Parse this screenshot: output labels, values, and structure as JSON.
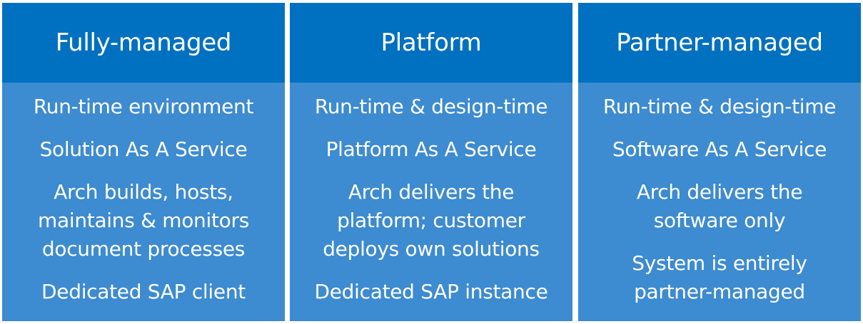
{
  "colors": {
    "header": "#0070c0",
    "body": "#3d8bd0",
    "text": "#ffffff"
  },
  "columns": [
    {
      "title": "Fully-managed",
      "items": [
        [
          "Run-time environment"
        ],
        [
          "Solution As A Service"
        ],
        [
          "Arch builds, hosts,",
          "maintains & monitors",
          "document processes"
        ],
        [
          "Dedicated SAP client"
        ]
      ]
    },
    {
      "title": "Platform",
      "items": [
        [
          "Run-time & design-time"
        ],
        [
          "Platform As A Service"
        ],
        [
          "Arch delivers the",
          "platform; customer",
          "deploys own solutions"
        ],
        [
          "Dedicated SAP instance"
        ]
      ]
    },
    {
      "title": "Partner-managed",
      "items": [
        [
          "Run-time & design-time"
        ],
        [
          "Software As A Service"
        ],
        [
          "Arch delivers the",
          "software only"
        ],
        [
          "System is entirely",
          "partner-managed"
        ]
      ]
    }
  ]
}
